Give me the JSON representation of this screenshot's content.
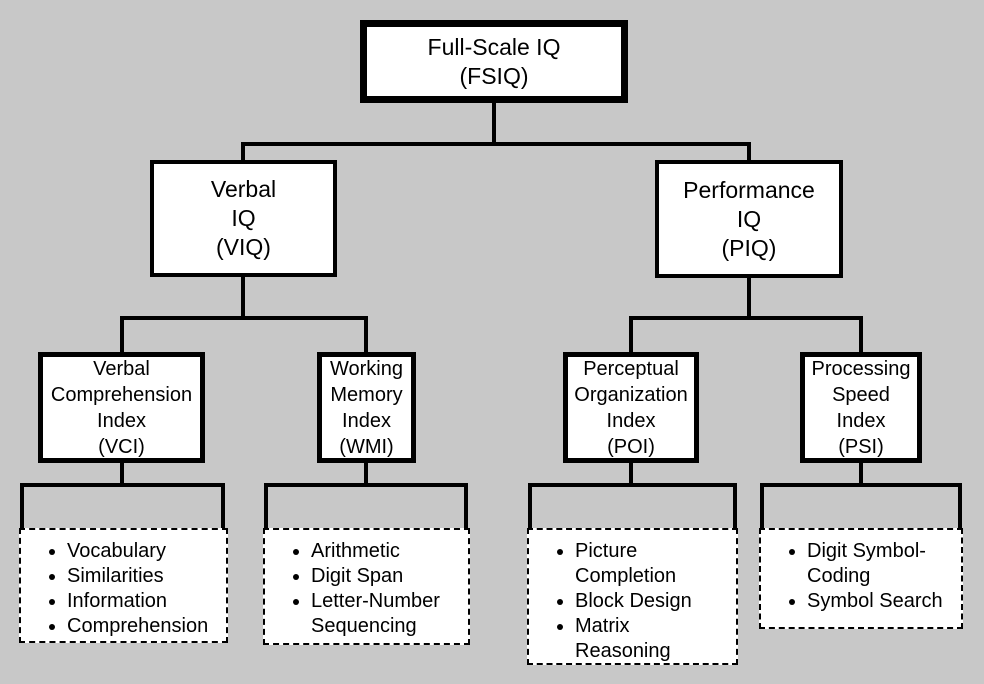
{
  "colors": {
    "background": "#c8c8c8",
    "box_fill": "#ffffff",
    "line": "#000000",
    "text": "#000000"
  },
  "nodes": {
    "fsiq": {
      "lines": [
        "Full-Scale IQ",
        "(FSIQ)"
      ]
    },
    "viq": {
      "lines": [
        "Verbal",
        "IQ",
        "(VIQ)"
      ]
    },
    "piq": {
      "lines": [
        "Performance",
        "IQ",
        "(PIQ)"
      ]
    },
    "vci": {
      "lines": [
        "Verbal",
        "Comprehension",
        "Index",
        "(VCI)"
      ]
    },
    "wmi": {
      "lines": [
        "Working",
        "Memory",
        "Index",
        "(WMI)"
      ]
    },
    "poi": {
      "lines": [
        "Perceptual",
        "Organization",
        "Index",
        "(POI)"
      ]
    },
    "psi": {
      "lines": [
        "Processing",
        "Speed",
        "Index",
        "(PSI)"
      ]
    }
  },
  "subtests": {
    "vci": [
      "Vocabulary",
      "Similarities",
      "Information",
      "Comprehension"
    ],
    "wmi": [
      "Arithmetic",
      "Digit Span",
      "Letter-Number Sequencing"
    ],
    "poi": [
      "Picture Completion",
      "Block Design",
      "Matrix Reasoning"
    ],
    "psi": [
      "Digit Symbol-Coding",
      "Symbol Search"
    ]
  }
}
